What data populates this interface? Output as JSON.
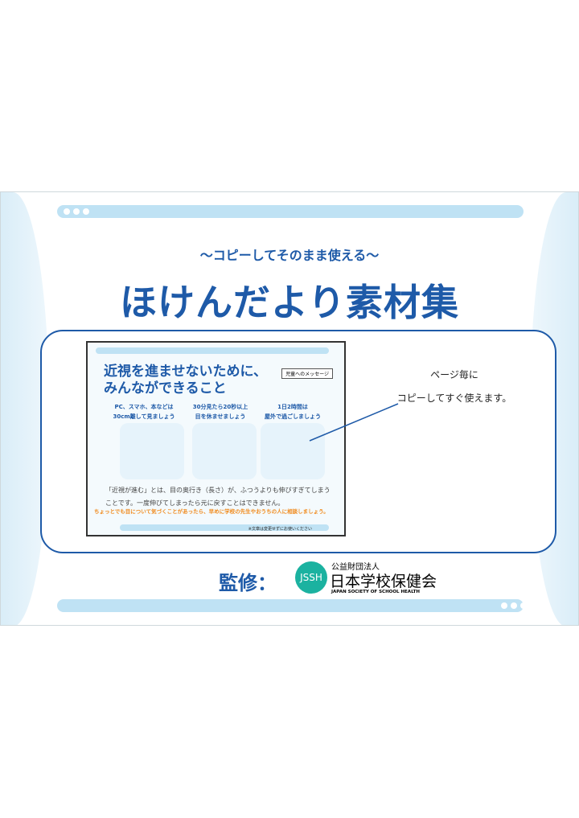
{
  "header": {
    "subtitle": "〜コピーしてそのまま使える〜",
    "title": "ほけんだより素材集"
  },
  "preview": {
    "heading_line1": "近視を進ませないために、",
    "heading_line2": "みんなができること",
    "message_tag": "児童へのメッセージ",
    "tips": [
      {
        "line1": "PC、スマホ、本などは",
        "line2": "30cm離して見ましょう"
      },
      {
        "line1": "30分見たら20秒以上",
        "line2": "目を休ませましょう"
      },
      {
        "line1": "1日2時間は",
        "line2": "屋外で過ごしましょう"
      }
    ],
    "body_line1": "「近視が進む」とは、目の奥行き（長さ）が、ふつうよりも伸びすぎてしまう",
    "body_line2": "ことです。一度伸びてしまったら元に戻すことはできません。",
    "advice": "ちょっとでも目について気づくことがあったら、早めに学校の先生やおうちの人に相談しましょう。",
    "footer_note": "※文章は変更せずにお使いください"
  },
  "callout": {
    "line1": "ページ毎に",
    "line2": "コピーしてすぐ使えます。"
  },
  "supervision": {
    "label": "監修：",
    "logo_text": "JSSH",
    "org_type": "公益財団法人",
    "org_name": "日本学校保健会",
    "org_english": "JAPAN SOCIETY OF SCHOOL HEALTH"
  },
  "colors": {
    "brand": "#1e5aa8",
    "accent_light": "#bfe2f4",
    "logo": "#1bb2a0",
    "advice": "#f08a1c"
  }
}
